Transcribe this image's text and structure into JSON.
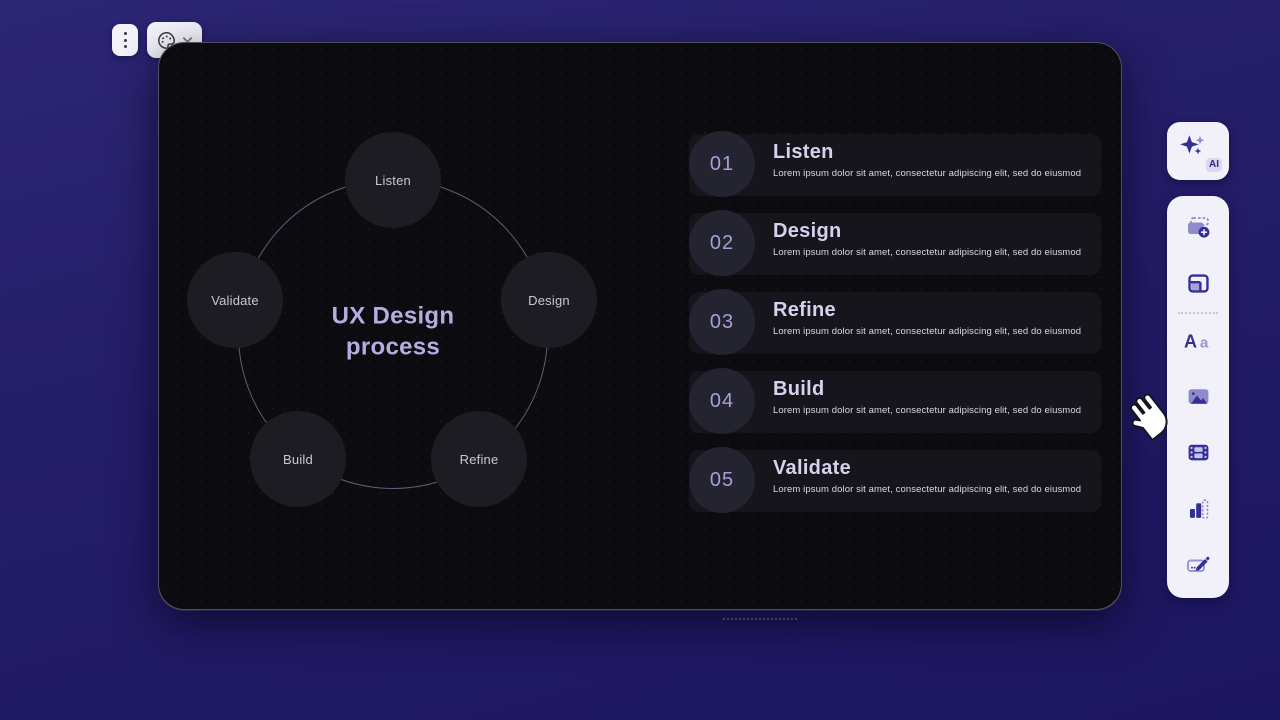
{
  "colors": {
    "background": "#241d68",
    "canvas": "#0c0b10",
    "accent_indigo": "#322f96",
    "accent_lavender": "#8f8bcb",
    "panel_white": "#f2f1f9",
    "title_lavender": "#b3aee2"
  },
  "toolbar": {
    "more_icon": "kebab-menu-icon",
    "theme_icon": "palette-icon",
    "theme_chevron_icon": "chevron-down-icon"
  },
  "slide": {
    "diagram": {
      "title_line1": "UX Design",
      "title_line2": "process",
      "nodes": [
        {
          "label": "Listen"
        },
        {
          "label": "Design"
        },
        {
          "label": "Refine"
        },
        {
          "label": "Build"
        },
        {
          "label": "Validate"
        }
      ]
    },
    "list": {
      "items": [
        {
          "number": "01",
          "title": "Listen",
          "description": "Lorem ipsum dolor sit amet, consectetur adipiscing elit, sed do eiusmod"
        },
        {
          "number": "02",
          "title": "Design",
          "description": "Lorem ipsum dolor sit amet, consectetur adipiscing elit, sed do eiusmod"
        },
        {
          "number": "03",
          "title": "Refine",
          "description": "Lorem ipsum dolor sit amet, consectetur adipiscing elit, sed do eiusmod"
        },
        {
          "number": "04",
          "title": "Build",
          "description": "Lorem ipsum dolor sit amet, consectetur adipiscing elit, sed do eiusmod"
        },
        {
          "number": "05",
          "title": "Validate",
          "description": "Lorem ipsum dolor sit amet, consectetur adipiscing elit, sed do eiusmod"
        }
      ]
    }
  },
  "sidebar": {
    "ai_button": {
      "label": "AI",
      "icon": "sparkles-icon"
    },
    "tools": [
      {
        "name": "add-slide",
        "icon": "add-slide-icon"
      },
      {
        "name": "layout",
        "icon": "layout-icon"
      },
      {
        "name": "text",
        "icon": "text-style-icon"
      },
      {
        "name": "image",
        "icon": "image-icon"
      },
      {
        "name": "video",
        "icon": "video-icon"
      },
      {
        "name": "chart",
        "icon": "chart-icon"
      },
      {
        "name": "draw",
        "icon": "draw-icon"
      }
    ]
  },
  "cursor": {
    "type": "hand-pointer"
  }
}
